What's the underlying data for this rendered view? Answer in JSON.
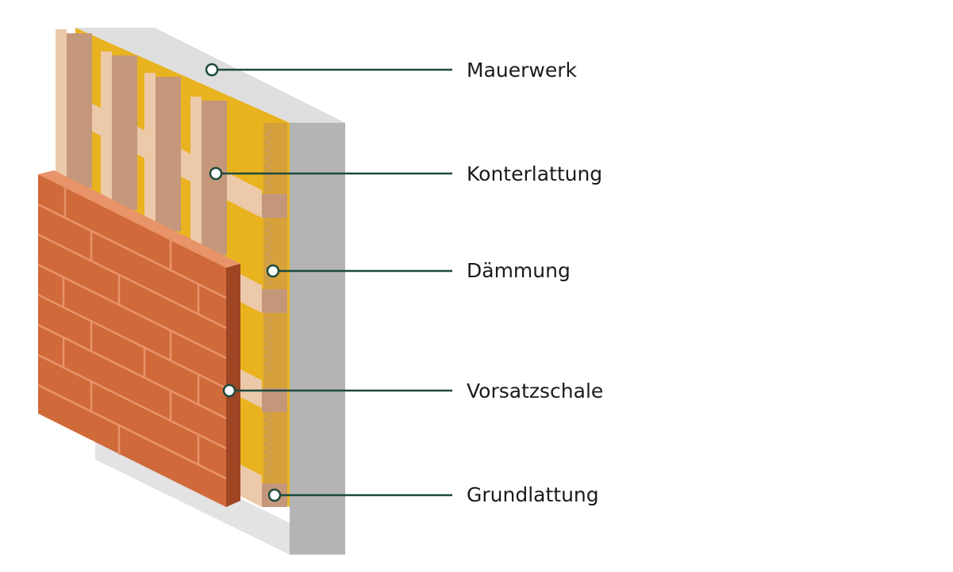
{
  "labels": {
    "mauerwerk": "Mauerwerk",
    "konterlattung": "Konterlattung",
    "daemmung": "Dämmung",
    "vorsatzschale": "Vorsatzschale",
    "grundlattung": "Grundlattung"
  },
  "colors": {
    "masonry_face": "#b4b4b4",
    "masonry_side": "#dedede",
    "insulation": "#e9b320",
    "insulation_wave": "#c89a5a",
    "batten_light": "#ecc9a8",
    "batten_dark": "#c4977b",
    "brick": "#d06a3b",
    "brick_mortar": "#e9936a",
    "brick_edge": "#9e4523",
    "callout_line": "#1c4a3c",
    "label_text": "#1b1b1b"
  }
}
